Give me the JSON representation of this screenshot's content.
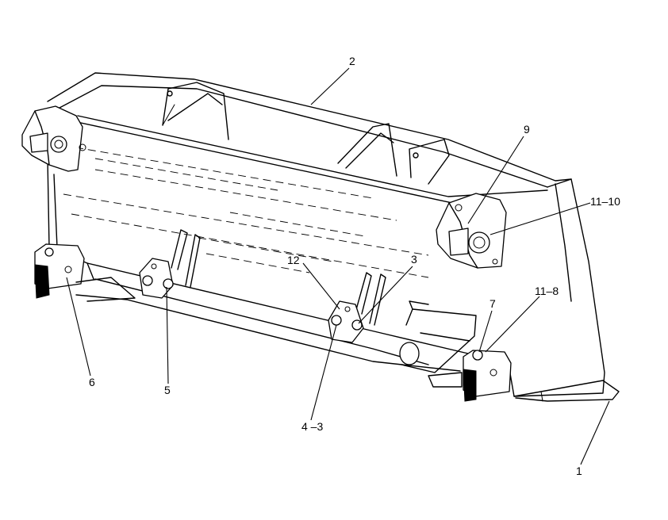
{
  "callouts": {
    "c1": "1",
    "c2": "2",
    "c3": "3",
    "c4_3": "4 –3",
    "c5": "5",
    "c6": "6",
    "c7": "7",
    "c9": "9",
    "c11_8": "11–8",
    "c11_10": "11–10",
    "c12": "12"
  }
}
